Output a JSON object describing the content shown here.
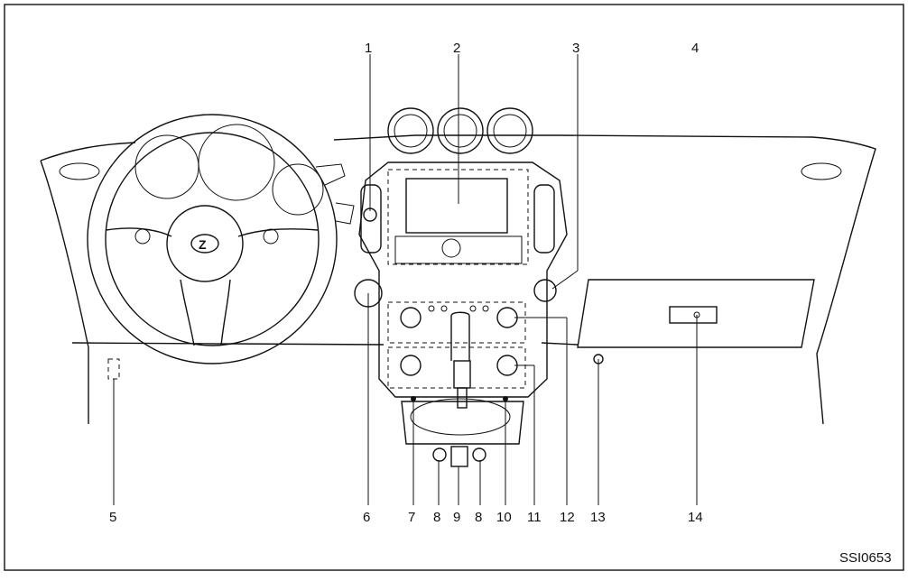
{
  "callouts": [
    "1",
    "2",
    "3",
    "4",
    "5",
    "6",
    "7",
    "8",
    "9",
    "8",
    "10",
    "11",
    "12",
    "13",
    "14"
  ],
  "figure_code": "SSI0653"
}
